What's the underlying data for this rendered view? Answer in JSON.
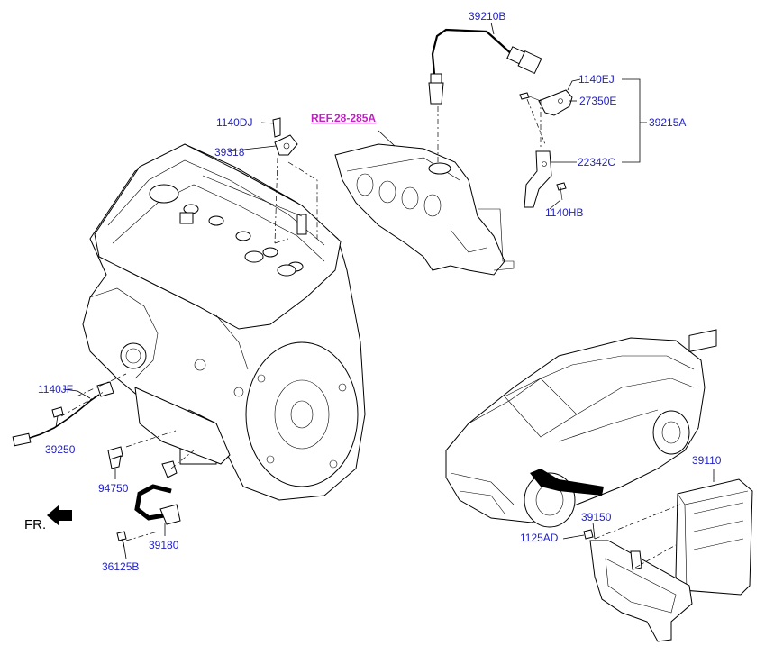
{
  "labels": {
    "p39210B": "39210B",
    "p1140EJ": "1140EJ",
    "p27350E": "27350E",
    "p39215A": "39215A",
    "p22342C": "22342C",
    "p1140HB": "1140HB",
    "p1140DJ": "1140DJ",
    "p39318": "39318",
    "ref": "REF.28-285A",
    "p1140JF": "1140JF",
    "p39250": "39250",
    "p94750": "94750",
    "p39180": "39180",
    "p36125B": "36125B",
    "p39110": "39110",
    "p39150": "39150",
    "p1125AD": "1125AD",
    "fr": "FR."
  }
}
